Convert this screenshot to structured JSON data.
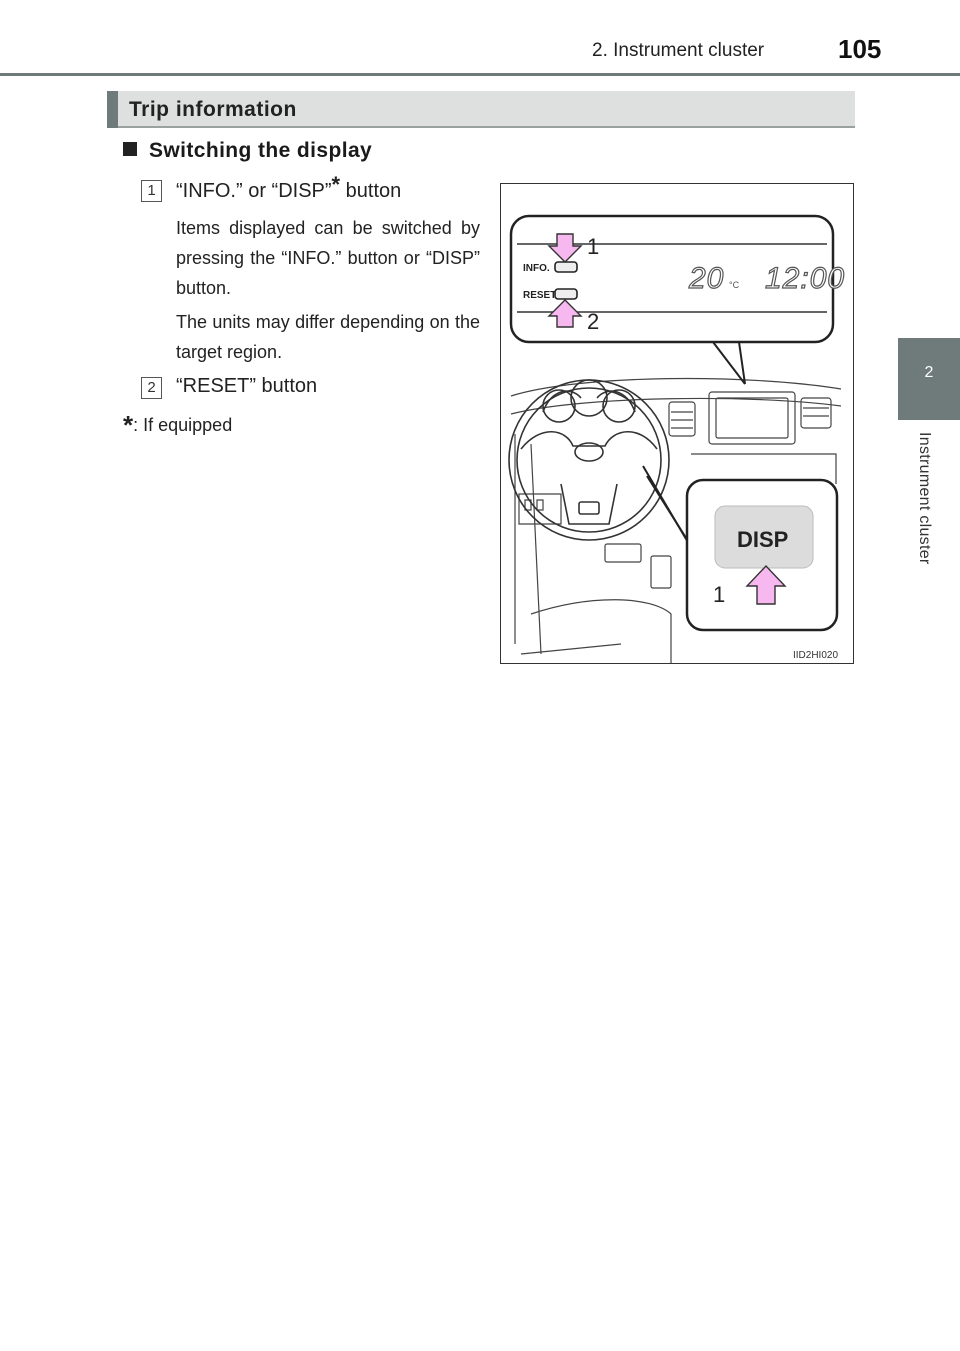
{
  "header": {
    "chapter": "2. Instrument cluster",
    "page_number": "105"
  },
  "side_tab": {
    "number": "2",
    "title": "Instrument cluster"
  },
  "section": {
    "title": "Trip information"
  },
  "subsection": {
    "title": "Switching the display"
  },
  "items": [
    {
      "number": "1",
      "title": "“INFO.” or “DISP”",
      "title_suffix": " button",
      "title_mark": "*",
      "paragraphs": [
        "Items displayed can be switched by pressing the “INFO.” button or “DISP” button.",
        "The units may differ depending on the target region."
      ]
    },
    {
      "number": "2",
      "title": "“RESET” button"
    }
  ],
  "footnote": {
    "mark": "*",
    "text": ": If equipped"
  },
  "figure": {
    "code": "IID2HI020",
    "info_label": "INFO.",
    "reset_label": "RESET",
    "temperature": "20",
    "temp_unit": "°C",
    "clock": "12:00",
    "disp_label": "DISP",
    "callout_1": "1",
    "callout_2": "2",
    "callout_3": "1",
    "arrow_color": "#f6b8ee"
  }
}
